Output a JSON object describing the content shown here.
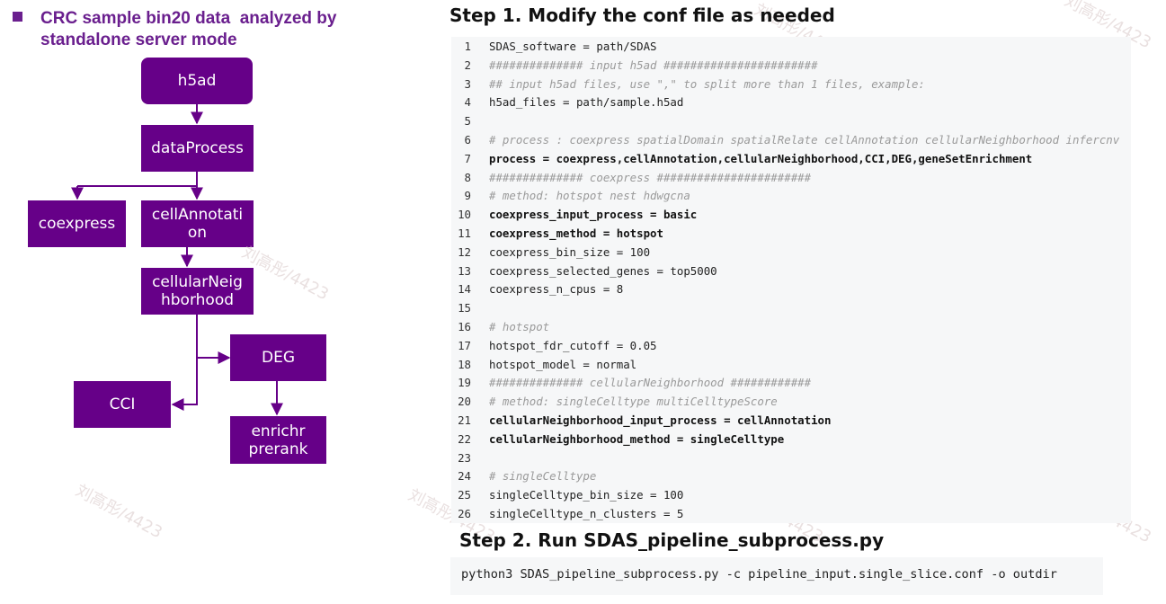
{
  "left": {
    "title_lines": [
      "CRC sample bin20 data  analyzed by",
      "standalone server mode"
    ],
    "nodes": {
      "h5ad": [
        "h5ad"
      ],
      "dataProcess": [
        "dataProcess"
      ],
      "coexpress": [
        "coexpress"
      ],
      "cellAnnotation": [
        "cellAnnotati",
        "on"
      ],
      "cellularNeighborhood": [
        "cellularNeig",
        "hborhood"
      ],
      "DEG": [
        "DEG"
      ],
      "CCI": [
        "CCI"
      ],
      "enrichr": [
        "enrichr",
        "prerank"
      ]
    },
    "colors": {
      "node_fill": "#660088",
      "title": "#6a1f8e",
      "connector": "#660088"
    }
  },
  "watermark": "刘高彤/4423",
  "step1": {
    "title": "Step 1. Modify the conf file as needed",
    "lines": [
      {
        "n": "1",
        "text": "SDAS_software = path/SDAS",
        "style": "normal"
      },
      {
        "n": "2",
        "text": "############## input h5ad #######################",
        "style": "comment"
      },
      {
        "n": "3",
        "text": "## input h5ad files, use \",\" to split more than 1 files, example:",
        "style": "comment"
      },
      {
        "n": "4",
        "text": "h5ad_files = path/sample.h5ad",
        "style": "normal"
      },
      {
        "n": "5",
        "text": "",
        "style": "normal"
      },
      {
        "n": "6",
        "text": "# process : coexpress spatialDomain spatialRelate cellAnnotation cellularNeighborhood infercnv",
        "style": "comment"
      },
      {
        "n": "7",
        "text": "process = coexpress,cellAnnotation,cellularNeighborhood,CCI,DEG,geneSetEnrichment",
        "style": "bold"
      },
      {
        "n": "8",
        "text": "############## coexpress #######################",
        "style": "comment"
      },
      {
        "n": "9",
        "text": "# method: hotspot nest hdwgcna",
        "style": "comment"
      },
      {
        "n": "10",
        "text": "coexpress_input_process = basic",
        "style": "bold"
      },
      {
        "n": "11",
        "text": "coexpress_method = hotspot",
        "style": "bold"
      },
      {
        "n": "12",
        "text": "coexpress_bin_size = 100",
        "style": "normal"
      },
      {
        "n": "13",
        "text": "coexpress_selected_genes = top5000",
        "style": "normal"
      },
      {
        "n": "14",
        "text": "coexpress_n_cpus = 8",
        "style": "normal"
      },
      {
        "n": "15",
        "text": "",
        "style": "normal"
      },
      {
        "n": "16",
        "text": "# hotspot",
        "style": "comment"
      },
      {
        "n": "17",
        "text": "hotspot_fdr_cutoff = 0.05",
        "style": "normal"
      },
      {
        "n": "18",
        "text": "hotspot_model = normal",
        "style": "normal"
      },
      {
        "n": "19",
        "text": "############## cellularNeighborhood ############",
        "style": "comment"
      },
      {
        "n": "20",
        "text": "# method: singleCelltype multiCelltypeScore",
        "style": "comment"
      },
      {
        "n": "21",
        "text": "cellularNeighborhood_input_process = cellAnnotation",
        "style": "bold"
      },
      {
        "n": "22",
        "text": "cellularNeighborhood_method = singleCelltype",
        "style": "bold"
      },
      {
        "n": "23",
        "text": "",
        "style": "normal"
      },
      {
        "n": "24",
        "text": "# singleCelltype",
        "style": "comment"
      },
      {
        "n": "25",
        "text": "singleCelltype_bin_size = 100",
        "style": "normal"
      },
      {
        "n": "26",
        "text": "singleCelltype_n_clusters = 5",
        "style": "normal"
      }
    ]
  },
  "step2": {
    "title": "Step 2. Run SDAS_pipeline_subprocess.py",
    "command": "python3 SDAS_pipeline_subprocess.py -c pipeline_input.single_slice.conf -o outdir"
  }
}
